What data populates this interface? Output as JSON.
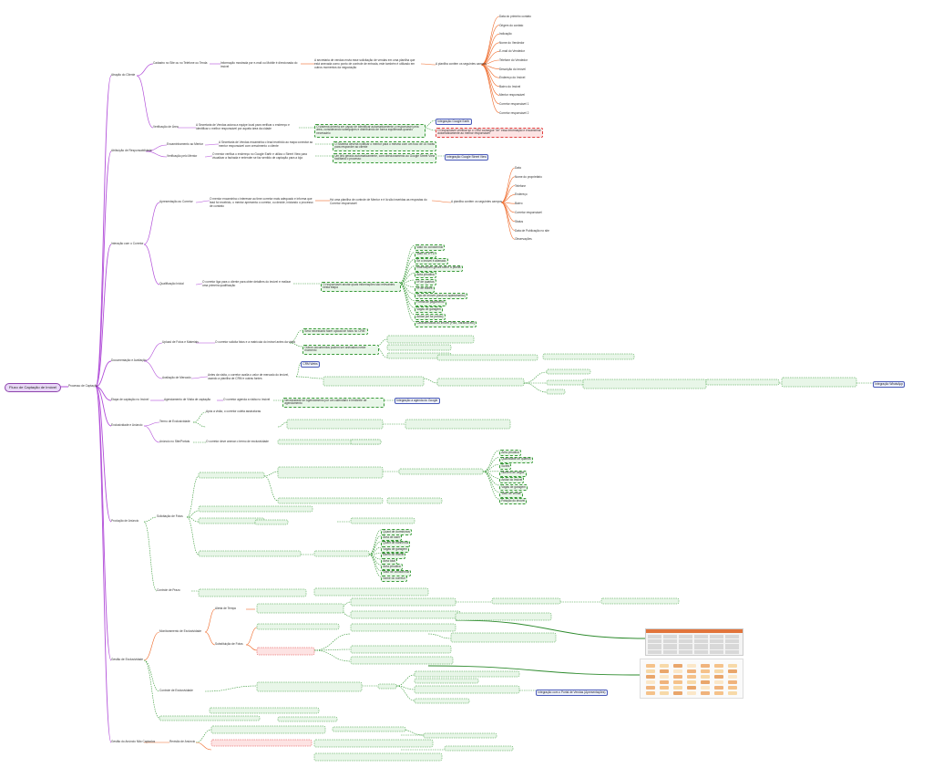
{
  "root": "Fluxo de Captação de Imóvel",
  "branch": "Processo de Captação",
  "sections": {
    "s1": "Atração do Cliente",
    "s2": "Atribuição de Responsabilidade",
    "s3": "Interação com o Corretor",
    "s4": "Documentação e Avaliação",
    "s5": "Etapa de captação no Imóvel",
    "s6": "Exclusividade e Anúncio",
    "s7": "Produção de Anúncio",
    "s8": "Gestão de Exclusividade",
    "s9": "Gestão do Anúncio Não Captados"
  },
  "nodes": {
    "a1": "Cadastro no Site ou no Telefone ou Tenda",
    "a1b": "Informação mostrada por e-mail ou Mobile é direcionada do imóvel",
    "a1c": "A secretaria de vendas envia esse solicitação de vendas em uma planilha que está anexada como ponto de controle de entrada, este também é utilizado em outros momentos da negociação",
    "a1d": "A planilha contém os seguintes campos",
    "a2": "Verificação de Área",
    "a2b": "A Secretaria de Vendas aciona a equipe local para verificar o endereço e identificar o melhor responsável por aquela área da cidade",
    "a2c": "O sistema deveria ser capaz de identificar automaticamente o responsável pela área, considerando subequipes e distribuindo de forma equilibrada quando necessário",
    "a2d": "Integração Google Earth",
    "a2e": "O responsável verificar se o CRM consegue \"ler\" essa informação e encaminhar automaticamente ao melhor responsável",
    "b1": "Encaminhamento ao Mentor",
    "b1b": "A Secretaria de Vendas encaminha o lead recebido ao mapa conectar ao mentor responsável com crescimento o cliente",
    "b1c": "O Sistema deveria notificar o mentor para o mesmo com um foco de 15 horas para responder ao cliente",
    "b2": "Verificação pelo Mentor",
    "b2b": "O mentor verifica o endereço no Google Earth e utiliza o Street View para visualizar a fachada e entender se faz sentido de captação para a loja",
    "b2c": "Um link gerado automaticamente, com direcionamento ao Google Street View facilitaria o processo",
    "b2d": "Integração Google Street View",
    "c1": "Apresentação ao Corretor",
    "c1b": "O mentor encaminha o interesse ao time corretor mais adequado e informa que lead foi recebido, o mentor apresenta o corretor, ou decide, iniciando o processo de contrato",
    "c1c": "Há uma planilha de controle de Mentor e é lá são inseridas as respostas do Corretor responsável",
    "c1d": "A planilha contém os seguintes campos",
    "c2": "Qualificação Inicial",
    "c2b": "O corretor liga para o cliente para obter detalhes do imóvel e realizar uma primeira qualificação",
    "c2c": "O responsável anotar quais informações são relevantes nesta etapa",
    "d1": "Upload de Fotos e Materiais",
    "d1b": "O corretor solicita fotos e a matrícula do imóvel antes da visita",
    "d1c": "Sera necessário fazer upload de fotos no CRM",
    "d1d": "Outros documentos podem ser anexados neste momento",
    "d2": "Avaliação de Mercado",
    "d2b": "Antes da visita, o corretor avalia o valor de mercado do imóvel, usando a planilha de CRM e outras fontes",
    "d2c": "CRM Webs",
    "e1": "Agendamento de Visita de captação",
    "e1b": "O corretor agenda a visita no imóvel",
    "e1c": "Necessidade de Agendamento por um calendário e lembrete de agendamento",
    "e1d": "Integração a agenda do Google",
    "f1": "Termo de Exclusividade",
    "f1b": "Após a visita, o corretor coleta assinaturas",
    "f2": "Anúncio no Site/Portais",
    "f2b": "O corretor deve anexar o termo de exclusividade",
    "g1": "Solicitação de Fotos",
    "g2": "Controle de Prazo",
    "h1": "Monitoramento de Exclusividade",
    "h1b": "Alerta de Tempo",
    "h1c": "Substituição de Fotos",
    "h2": "Controle de Exclusividade",
    "i1": "Revisão de Anúncio"
  },
  "leafs_a": [
    "Data do primeiro contato",
    "Origem do contato",
    "Indicação",
    "Nome do Vendedor",
    "E-mail do Vendedor",
    "Telefone do Vendedor",
    "Descrição do Imóvel",
    "Endereço do Imóvel",
    "Bairro do Imóvel",
    "Mentor responsável",
    "Corretor responsável 1",
    "Corretor responsável 2"
  ],
  "leafs_c": [
    "Data",
    "Nome do proprietário",
    "Telefone",
    "Endereço",
    "Bairro",
    "Corretor responsável",
    "Status",
    "Data de Publicação no site",
    "Observações"
  ],
  "leafs_c2": [
    "Valor do condomínio",
    "Valor do IPTU",
    "Se o imóvel é alienado",
    "Informações gerais sobre a planta",
    "Área privativa",
    "Nº de quartos",
    "Nº de suítes",
    "Tipo de imóvel (casa ou apartamento)",
    "Forma de pagamento",
    "Vagas de garagem",
    "Andar (se for prédio)",
    "Características do imóvel (Piso, Varanda etc)"
  ],
  "leafs_g": [
    "Área privativa",
    "Quantidade de quartos",
    "Suítes",
    "Número de vagas",
    "Andar do imóvel",
    "Vagas de garagem",
    "Valor de venda",
    "Posição do imóvel"
  ],
  "leafs_g2": [
    "Quant de dormitórios",
    "Área de lazer",
    "Quant de banheiros",
    "Vagas de garagem",
    "Bairro do imóvel",
    "Área total",
    "Área privativa",
    "Valor de condomínio",
    "Nome do corretor"
  ],
  "integrations": {
    "whatsapp": "Integração WhatsApp",
    "portais": "Integração com o Portal de Vendas (Apresentações)"
  }
}
